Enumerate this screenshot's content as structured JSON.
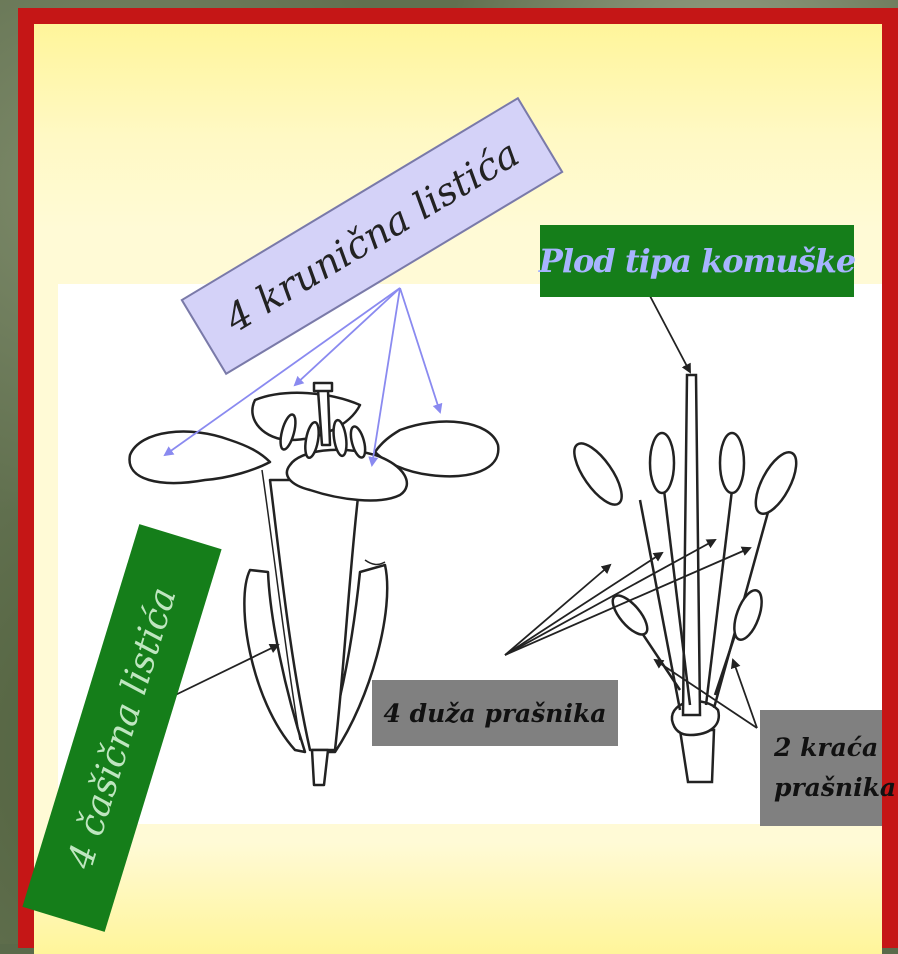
{
  "labels": {
    "petals": "4 krunična listića",
    "sepals": "4 čašična listića",
    "fruit": "Plod tipa komuške",
    "long_stamens": "4 duža prašnika",
    "short_stamens_line1": "2 kraća",
    "short_stamens_line2": "prašnika"
  },
  "colors": {
    "frame": "#c51616",
    "background_panel": "#fff9c4",
    "green_label": "#157e1a",
    "lavender_label": "#d4d2f8",
    "gray_label": "#808080",
    "arrow_blue": "#8a8af0"
  }
}
